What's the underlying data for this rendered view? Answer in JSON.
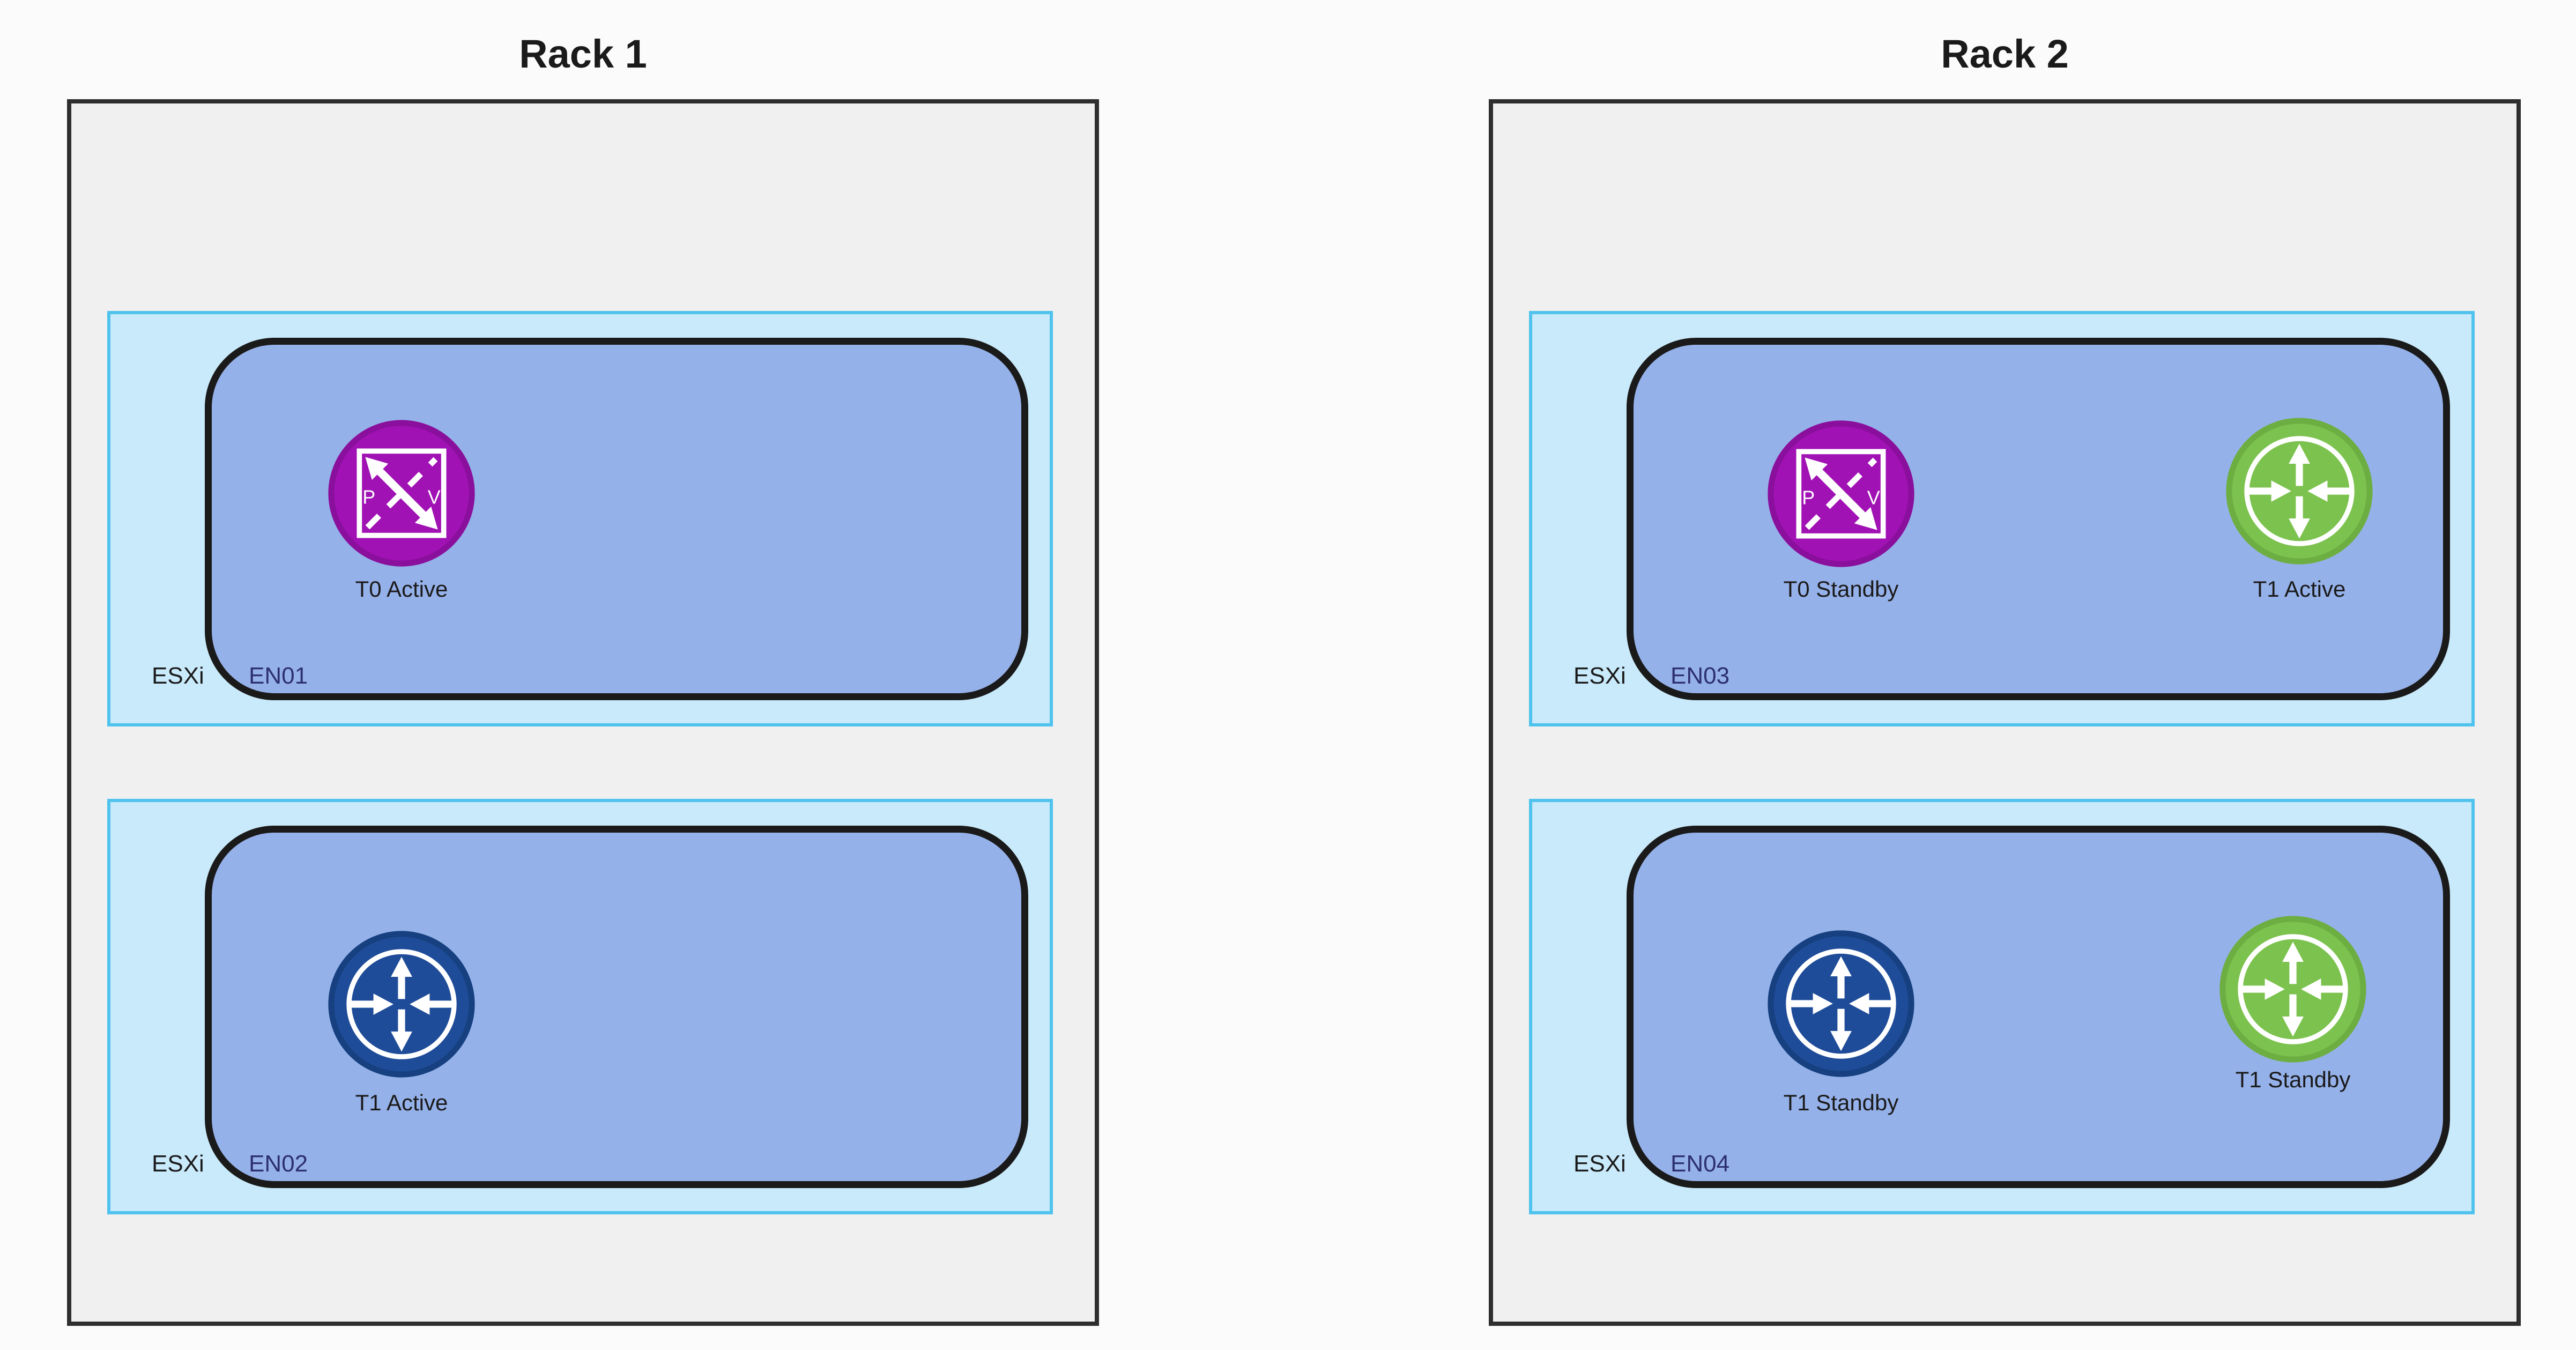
{
  "colors": {
    "canvas-bg": "#FBFBFB",
    "rack-fill": "#F0F0F0",
    "rack-border": "#2E2E2E",
    "host-fill": "#C9EAFB",
    "host-border": "#4FC3EE",
    "node-fill": "#95B1E9",
    "node-border": "#1A1A1A",
    "node-label": "#2D2F72",
    "text": "#1A1A1A",
    "icon-glyph": "#FFFFFF",
    "t0-fill": "#A012B4",
    "t0-rim": "#8A0F9C",
    "t1-blue-fill": "#1F4C99",
    "t1-blue-rim": "#16407F",
    "t1-green-fill": "#7CC24E",
    "t1-green-rim": "#6DAE42"
  },
  "racks": [
    {
      "title": "Rack 1",
      "hosts": [
        {
          "host_label": "ESXi",
          "node_label": "EN01",
          "icons": [
            {
              "icon": "t0-gateway-icon",
              "label": "T0 Active"
            }
          ]
        },
        {
          "host_label": "ESXi",
          "node_label": "EN02",
          "icons": [
            {
              "icon": "t1-router-icon",
              "label": "T1 Active"
            }
          ]
        }
      ]
    },
    {
      "title": "Rack 2",
      "hosts": [
        {
          "host_label": "ESXi",
          "node_label": "EN03",
          "icons": [
            {
              "icon": "t0-gateway-icon",
              "label": "T0 Standby"
            },
            {
              "icon": "t1-router-icon",
              "label": "T1 Active"
            }
          ]
        },
        {
          "host_label": "ESXi",
          "node_label": "EN04",
          "icons": [
            {
              "icon": "t1-router-icon",
              "label": "T1 Standby"
            },
            {
              "icon": "t1-router-icon",
              "label": "T1 Standby"
            }
          ]
        }
      ]
    }
  ]
}
